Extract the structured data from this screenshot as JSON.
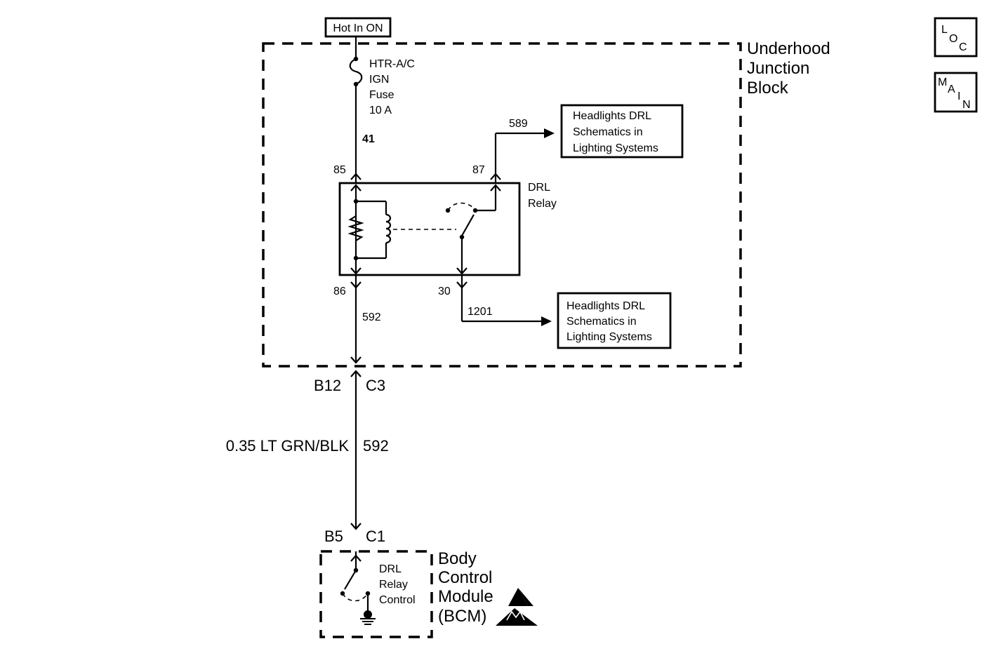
{
  "power_source": {
    "label": "Hot In ON"
  },
  "fuse": {
    "lines": [
      "HTR-A/C",
      "IGN",
      "Fuse",
      "10 A"
    ]
  },
  "underhood_block": {
    "lines": [
      "Underhood",
      "Junction",
      "Block"
    ]
  },
  "relay": {
    "lines": [
      "DRL",
      "Relay"
    ],
    "pins": {
      "p85": "85",
      "p86": "86",
      "p87": "87",
      "p30": "30"
    }
  },
  "circuits": {
    "c41": "41",
    "c589": "589",
    "c592_inner": "592",
    "c1201": "1201"
  },
  "ref_boxes": [
    {
      "lines": [
        "Headlights DRL",
        "Schematics in",
        "Lighting Systems"
      ]
    },
    {
      "lines": [
        "Headlights DRL",
        "Schematics in",
        "Lighting Systems"
      ]
    }
  ],
  "connector_upper": {
    "left": "B12",
    "right": "C3"
  },
  "wire": {
    "spec": "0.35 LT GRN/BLK",
    "circuit": "592"
  },
  "connector_lower": {
    "left": "B5",
    "right": "C1"
  },
  "bcm": {
    "lines": [
      "Body",
      "Control",
      "Module",
      "(BCM)"
    ],
    "internal_lines": [
      "DRL",
      "Relay",
      "Control"
    ]
  },
  "nav_buttons": {
    "loc": [
      "L",
      "O",
      "C"
    ],
    "main": [
      "M",
      "A",
      "I",
      "N"
    ]
  },
  "icons": {
    "esd": "esd-sensitive-icon",
    "fuse": "fuse-icon",
    "ground": "ground-icon",
    "coil": "relay-coil-icon",
    "resistor": "resistor-icon",
    "switch": "relay-switch-icon"
  }
}
